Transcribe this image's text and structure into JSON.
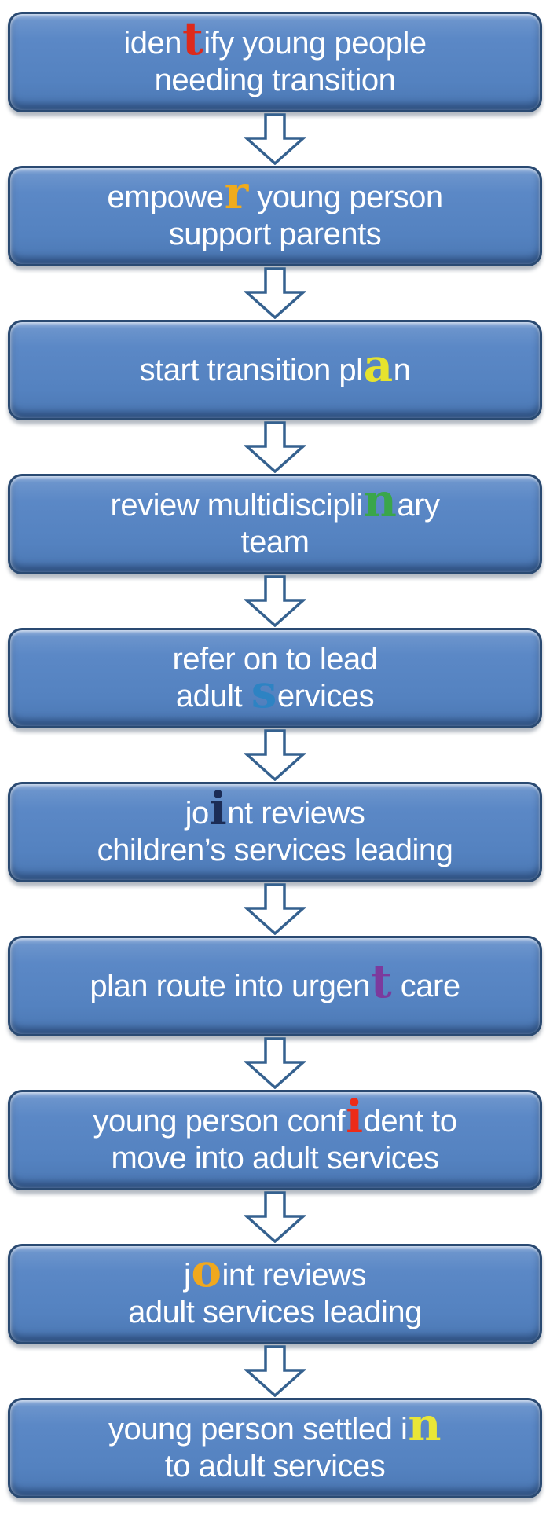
{
  "page": {
    "background_color": "#ffffff"
  },
  "flow": {
    "box_style": {
      "fill_main": "#5482c0",
      "fill_highlight": "#93b0da",
      "fill_shadow": "#4b77b3",
      "border_color": "#2a4a72",
      "text_color": "#ffffff"
    },
    "arrow": {
      "fill": "#ffffff",
      "stroke": "#35618f"
    },
    "boxes": [
      {
        "id": "identify-young-people",
        "big_color": "#dd2a1c",
        "lines": [
          {
            "pre": "iden",
            "big": "t",
            "post": "ify young people"
          },
          {
            "pre": "needing transition"
          }
        ]
      },
      {
        "id": "empower-young-person",
        "big_color": "#f0ab1c",
        "lines": [
          {
            "pre": "empowe",
            "big": "r",
            "post": " young person"
          },
          {
            "pre": "support parents"
          }
        ]
      },
      {
        "id": "start-transition-plan",
        "big_color": "#e6e32e",
        "lines": [
          {
            "pre": "start transition pl",
            "big": "a",
            "post": "n"
          }
        ]
      },
      {
        "id": "review-multidisciplinary-team",
        "big_color": "#3aa64a",
        "lines": [
          {
            "pre": "review multidiscipli",
            "big": "n",
            "post": "ary"
          },
          {
            "pre": "team"
          }
        ]
      },
      {
        "id": "refer-on-to-lead-adult-services",
        "big_color": "#2d83c3",
        "lines": [
          {
            "pre": "refer on to lead"
          },
          {
            "pre": "adult ",
            "big": "s",
            "post": "ervices"
          }
        ]
      },
      {
        "id": "joint-reviews-childrens-services-leading",
        "big_color": "#1b2c56",
        "lines": [
          {
            "pre": "jo",
            "big": "i",
            "post": "nt reviews"
          },
          {
            "pre": "children’s services leading"
          }
        ]
      },
      {
        "id": "plan-route-into-urgent-care",
        "big_color": "#7c3a9d",
        "lines": [
          {
            "pre": "plan route into urgen",
            "big": "t",
            "post": " care"
          }
        ]
      },
      {
        "id": "young-person-confident-to-move",
        "big_color": "#ed2b17",
        "lines": [
          {
            "pre": "young person conf",
            "big": "i",
            "post": "dent to"
          },
          {
            "pre": "move into adult services"
          }
        ]
      },
      {
        "id": "joint-reviews-adult-services-leading",
        "big_color": "#f0a81e",
        "lines": [
          {
            "pre": "j",
            "big": "o",
            "post": "int reviews"
          },
          {
            "pre": "adult services leading"
          }
        ]
      },
      {
        "id": "young-person-settled-in",
        "big_color": "#e9e637",
        "lines": [
          {
            "pre": "young person settled i",
            "big": "n"
          },
          {
            "pre": "to adult services"
          }
        ]
      }
    ]
  }
}
